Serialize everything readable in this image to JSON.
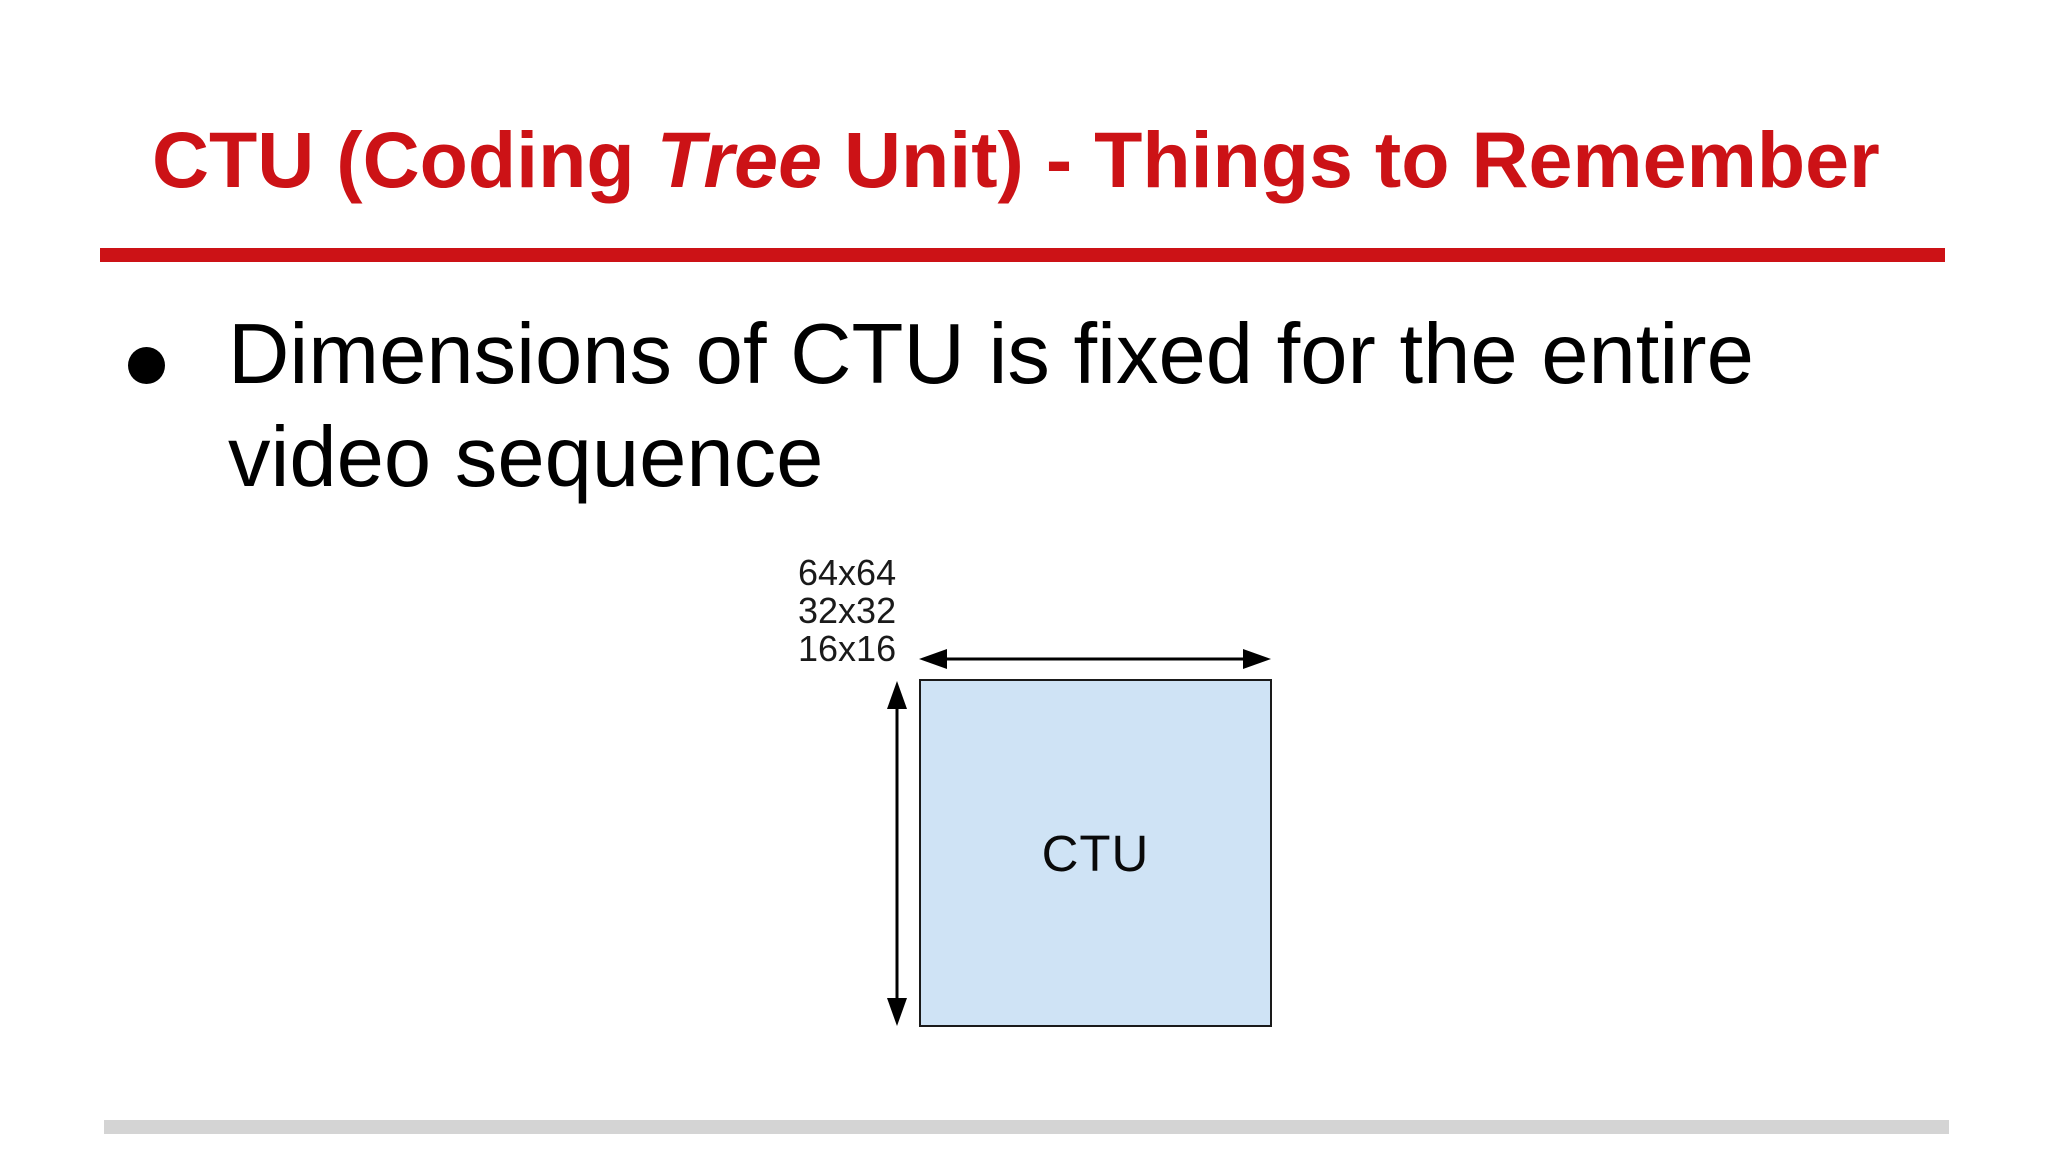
{
  "slide": {
    "title": {
      "pre": "CTU (Coding ",
      "italic": "Tree",
      "post": " Unit) - Things to Remember"
    },
    "bullets": [
      {
        "text": "Dimensions of CTU is fixed for the entire video sequence"
      }
    ],
    "diagram": {
      "size_labels": [
        "64x64",
        "32x32",
        "16x16"
      ],
      "box_label": "CTU"
    },
    "colors": {
      "title_red": "#cc1216",
      "rule_red": "#cc1216",
      "box_fill": "#cfe3f5",
      "bottom_rule_gray": "#d4d4d4"
    }
  }
}
